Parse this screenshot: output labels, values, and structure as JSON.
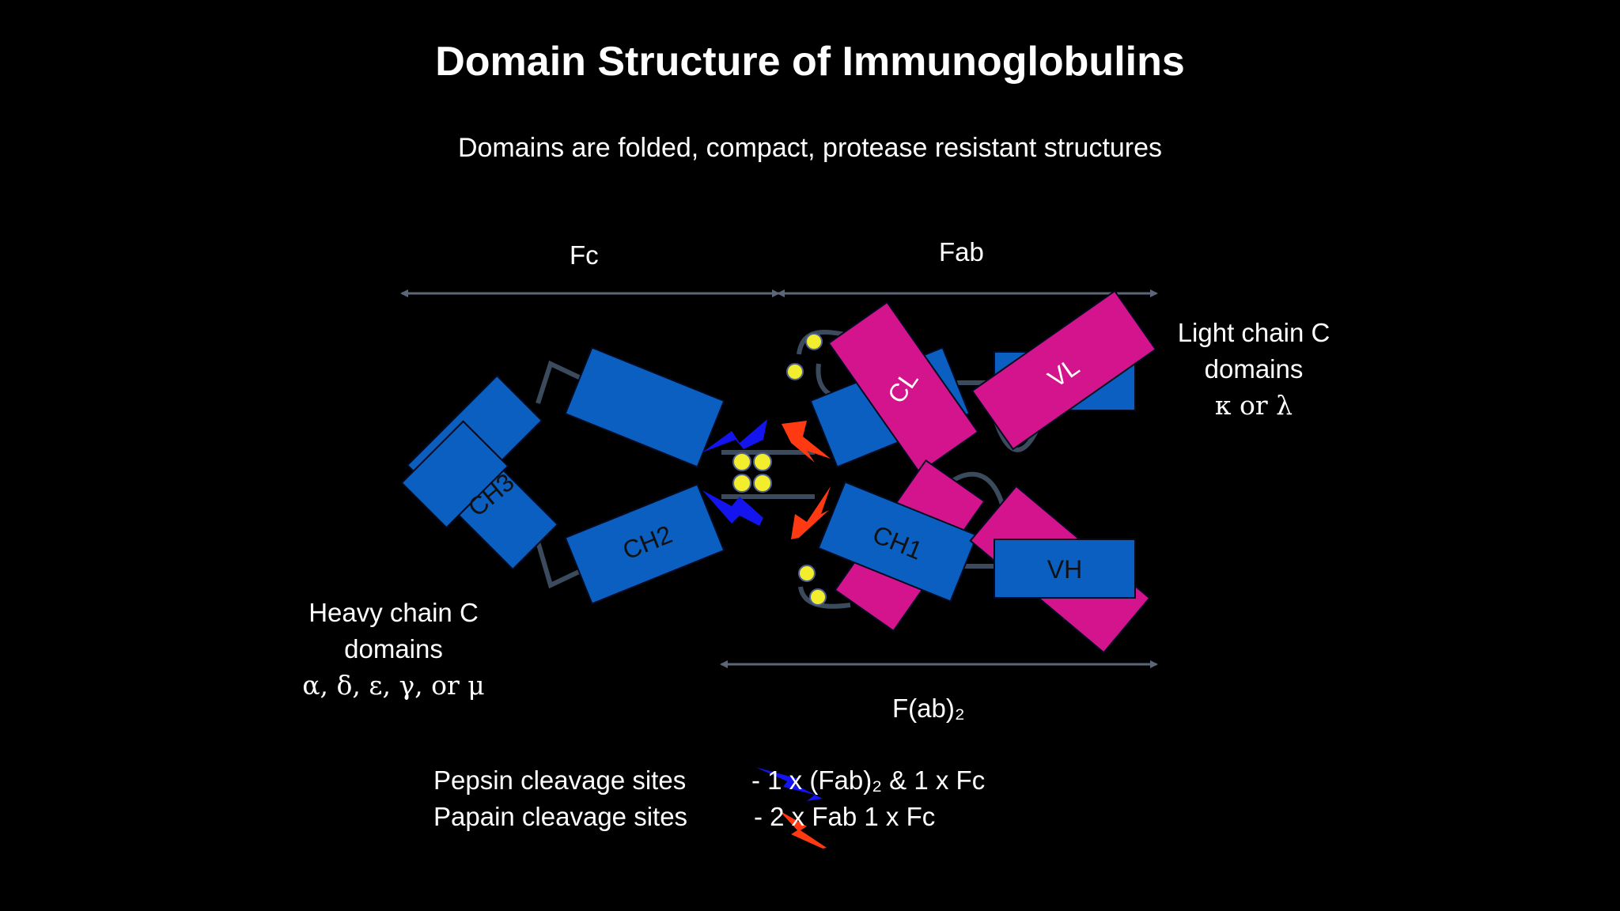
{
  "title": "Domain Structure of Immunoglobulins",
  "subtitle": "Domains are folded, compact, protease resistant structures",
  "labels": {
    "fc": "Fc",
    "fab": "Fab",
    "fab2": "F(ab)₂",
    "light_chain_line1": "Light chain C",
    "light_chain_line2": "domains",
    "light_chain_line3": "κ or λ",
    "heavy_chain_line1": "Heavy chain C",
    "heavy_chain_line2": "domains",
    "heavy_chain_line3": "α, δ, ε, γ, or μ"
  },
  "domains": {
    "ch3": "CH3",
    "ch2": "CH2",
    "ch1": "CH1",
    "cl": "CL",
    "vl": "VL",
    "vh": "VH"
  },
  "legend": {
    "pepsin_label": "Pepsin cleavage sites",
    "pepsin_result": "- 1 x (Fab)₂ & 1 x Fc",
    "papain_label": "Papain cleavage sites",
    "papain_result": "- 2 x Fab 1 x Fc"
  },
  "colors": {
    "background": "#000000",
    "heavy_chain": "#0a5fc0",
    "light_chain": "#d4148c",
    "disulfide": "#f2ee2e",
    "pepsin": "#1414ee",
    "papain": "#ff3a12",
    "linker": "#3b4a5c",
    "arrow": "#5b6778"
  }
}
